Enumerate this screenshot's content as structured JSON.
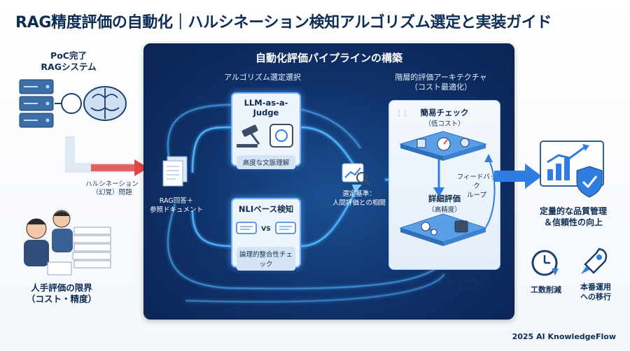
{
  "title": "RAG精度評価の自動化｜ハルシネーション検知アルゴリズム選定と実装ガイド",
  "left": {
    "poc_label": "PoC完了",
    "poc_label2": "RAGシステム",
    "hallucination_label": "ハルシネーション",
    "hallucination_label2": "（幻覚）問題",
    "manual_label": "人手評価の限界",
    "manual_label2": "（コスト・精度）"
  },
  "panel": {
    "title": "自動化評価パイプラインの構築",
    "algo_section": "アルゴリズム選定選択",
    "arch_section": "階層的評価アーキテクチャ",
    "arch_section2": "（コスト最適化）",
    "rag_input": "RAG回答＋",
    "rag_input2": "参照ドキュメント",
    "llm_card": {
      "title": "LLM-as-a-Judge",
      "foot": "高度な文脈理解"
    },
    "nli_card": {
      "title": "NLIベース検知",
      "foot": "論理的整合性チェック",
      "vs": "VS"
    },
    "criteria": "選定基準：",
    "criteria2": "人間評価との相関",
    "simple_check": "簡易チェック",
    "simple_check2": "（低コスト）",
    "detail_eval": "詳細評価",
    "detail_eval2": "（高精度）",
    "feedback_inner": "フィードバック",
    "feedback_inner2": "ループ",
    "feedback_outer": "フィードバック",
    "feedback_outer2": "ループ"
  },
  "right": {
    "quality": "定量的な品質管理",
    "quality2": "＆信頼性の向上",
    "effort": "工数削減",
    "prod": "本番運用",
    "prod2": "への移行"
  },
  "footer": "2025 AI KnowledgeFlow",
  "colors": {
    "accent": "#2f7de1",
    "panel": "#0f3068",
    "glow": "#6fb2ff",
    "warning": "#e64545"
  }
}
